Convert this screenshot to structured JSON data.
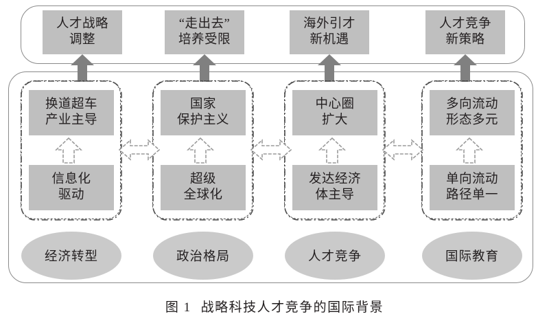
{
  "figure": {
    "caption_label": "图 1",
    "caption_title": "战略科技人才竞争的国际背景",
    "colors": {
      "box_fill": "#BFBFBF",
      "ellipse_fill": "#CACACA",
      "container_stroke": "#8A8A8A",
      "group_stroke": "#4D4D4D",
      "arrow_solid": "#808080",
      "arrow_hollow_stroke": "#9A9A9A",
      "text": "#231F20"
    }
  },
  "top_outcomes": [
    {
      "line1": "人才战略",
      "line2": "调整"
    },
    {
      "line1": "“走出去”",
      "line2": "培养受限"
    },
    {
      "line1": "海外引才",
      "line2": "新机遇"
    },
    {
      "line1": "人才竞争",
      "line2": "新策略"
    }
  ],
  "groups": [
    {
      "upper": {
        "line1": "换道超车",
        "line2": "产业主导"
      },
      "lower": {
        "line1": "信息化",
        "line2": "驱动"
      },
      "domain": "经济转型"
    },
    {
      "upper": {
        "line1": "国家",
        "line2": "保护主义"
      },
      "lower": {
        "line1": "超级",
        "line2": "全球化"
      },
      "domain": "政治格局"
    },
    {
      "upper": {
        "line1": "中心圈",
        "line2": "扩大"
      },
      "lower": {
        "line1": "发达经济",
        "line2": "体主导"
      },
      "domain": "人才竞争"
    },
    {
      "upper": {
        "line1": "多向流动",
        "line2": "形态多元"
      },
      "lower": {
        "line1": "单向流动",
        "line2": "路径单一"
      },
      "domain": "国际教育"
    }
  ],
  "connectors": {
    "vertical_up_label": "drives-upward",
    "horizontal_double_label": "bidirectional-link",
    "thick_up_label": "leads-to"
  }
}
